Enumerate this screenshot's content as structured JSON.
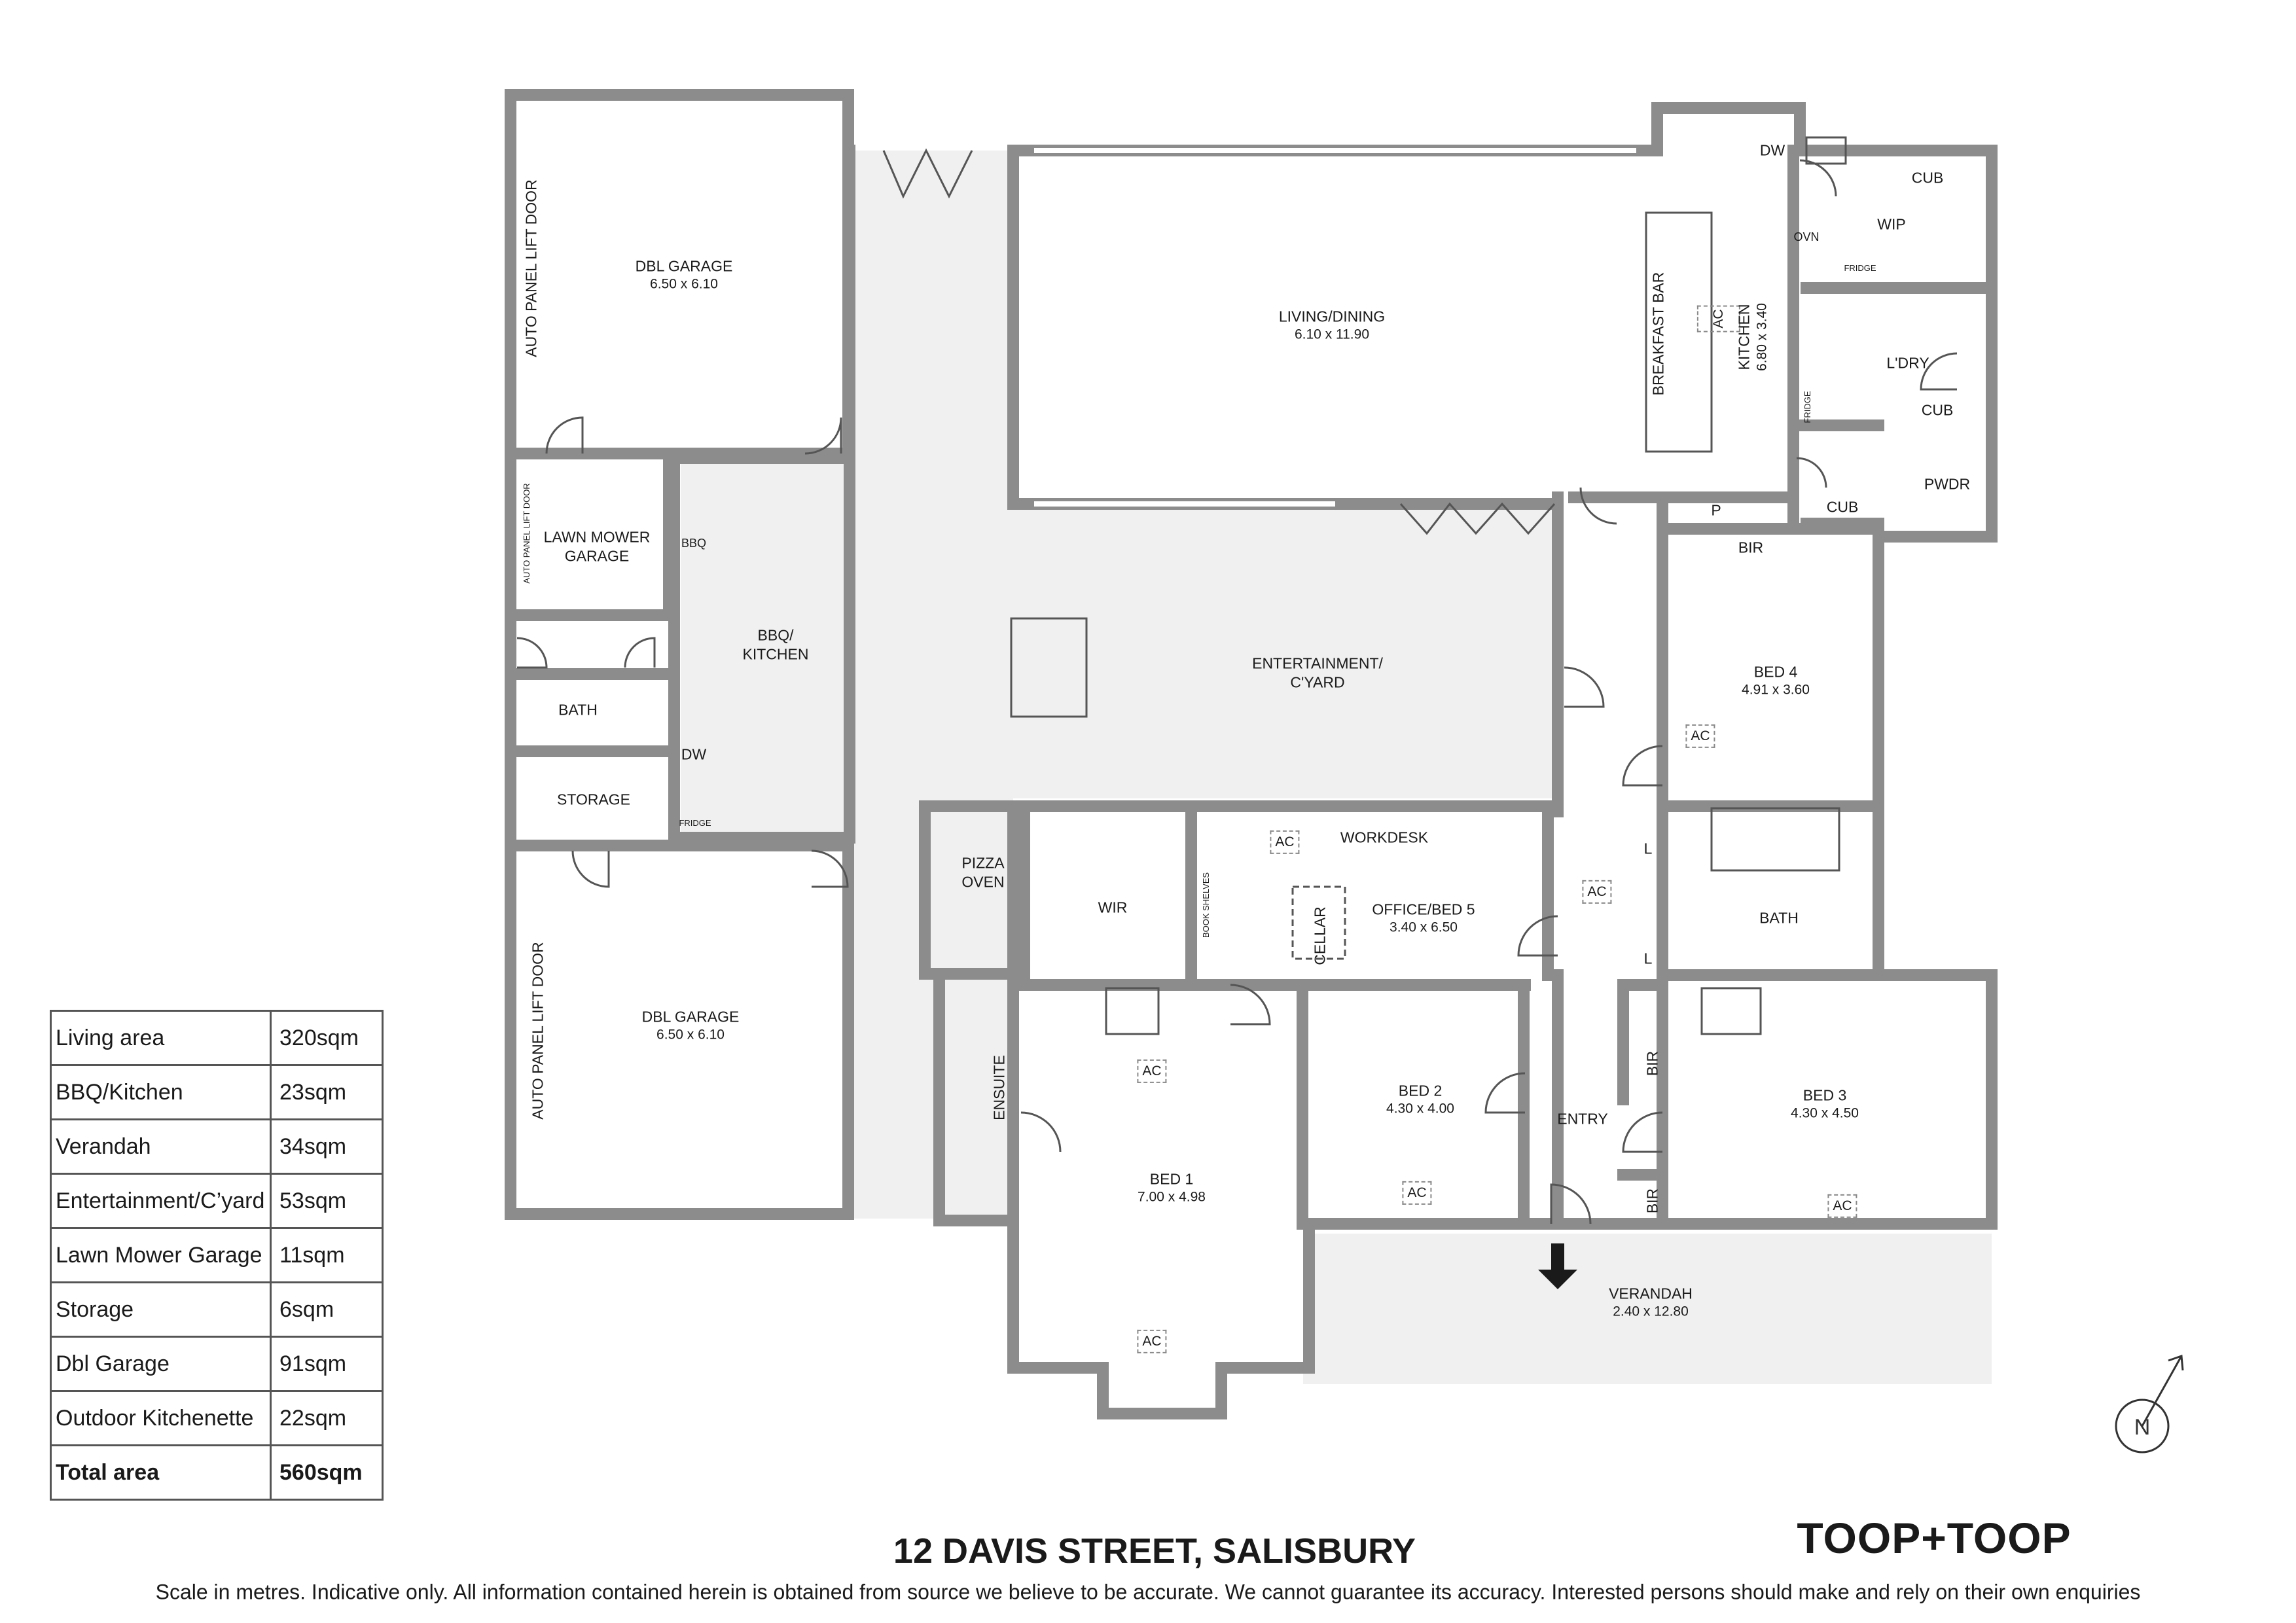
{
  "rooms": {
    "dbl_garage_top": {
      "name": "DBL GARAGE",
      "dims": "6.50 x 6.10"
    },
    "auto_door_top": "AUTO PANEL LIFT DOOR",
    "auto_door_lawn": "AUTO PANEL LIFT DOOR",
    "lawn_mower": "LAWN MOWER\nGARAGE",
    "bbq_unit": "BBQ",
    "bbq_kitchen": "BBQ/\nKITCHEN",
    "bath_left": "BATH",
    "dw_left": "DW",
    "fridge_left": "FRIDGE",
    "storage": "STORAGE",
    "dbl_garage_bottom": {
      "name": "DBL GARAGE",
      "dims": "6.50 x 6.10"
    },
    "auto_door_bottom": "AUTO PANEL LIFT DOOR",
    "living_dining": {
      "name": "LIVING/DINING",
      "dims": "6.10 x 11.90"
    },
    "breakfast_bar": "BREAKFAST BAR",
    "ac_kitchen": "AC",
    "kitchen": {
      "name": "KITCHEN",
      "dims": "6.80 x 3.40"
    },
    "dw_kitchen": "DW",
    "ovn": "OVN",
    "fridge_wip": "FRIDGE",
    "fridge_kitchen": "FRIDGE",
    "cub_wip": "CUB",
    "wip": "WIP",
    "ldry": "L'DRY",
    "cub_ldry": "CUB",
    "pwdr": "PWDR",
    "pantry": "P",
    "cub_hall": "CUB",
    "bir_bed4": "BIR",
    "bed4": {
      "name": "BED 4",
      "dims": "4.91 x 3.60"
    },
    "ac_bed4": "AC",
    "entertainment": {
      "name": "ENTERTAINMENT/\nC'YARD"
    },
    "pizza_oven": "PIZZA\nOVEN",
    "wir": "WIR",
    "book_shelves": "BOOK SHELVES",
    "ac_office": "AC",
    "workdesk": "WORKDESK",
    "office": {
      "name": "OFFICE/BED 5",
      "dims": "3.40 x 6.50"
    },
    "cellar": "CELLAR",
    "ac_hall": "AC",
    "l_top": "L",
    "l_bottom": "L",
    "bath_main": "BATH",
    "ensuite": "ENSUITE",
    "bed1": {
      "name": "BED 1",
      "dims": "7.00 x 4.98"
    },
    "ac_bed1_top": "AC",
    "ac_bed1_bottom": "AC",
    "bed2": {
      "name": "BED 2",
      "dims": "4.30 x 4.00"
    },
    "ac_bed2": "AC",
    "entry": "ENTRY",
    "bir_bed3_top": "BIR",
    "bir_bed3_bottom": "BIR",
    "bed3": {
      "name": "BED 3",
      "dims": "4.30 x 4.50"
    },
    "ac_bed3": "AC",
    "verandah": {
      "name": "VERANDAH",
      "dims": "2.40 x 12.80"
    }
  },
  "areas": [
    {
      "label": "Living area",
      "value": "320sqm"
    },
    {
      "label": "BBQ/Kitchen",
      "value": "23sqm"
    },
    {
      "label": "Verandah",
      "value": "34sqm"
    },
    {
      "label": "Entertainment/C’yard",
      "value": "53sqm"
    },
    {
      "label": "Lawn Mower Garage",
      "value": "11sqm"
    },
    {
      "label": "Storage",
      "value": "6sqm"
    },
    {
      "label": "Dbl Garage",
      "value": "91sqm"
    },
    {
      "label": "Outdoor Kitchenette",
      "value": "22sqm"
    }
  ],
  "total": {
    "label": "Total area",
    "value": "560sqm"
  },
  "address": "12 DAVIS STREET, SALISBURY",
  "brand": "TOOP+TOOP",
  "compass": "N",
  "disclaimer": "Scale in metres. Indicative only. All information contained herein is obtained from source we believe to be accurate. We cannot guarantee its accuracy. Interested persons should make and rely on their own enquiries",
  "colors": {
    "wall": "#8c8c8c",
    "shade": "#eff0ef",
    "text": "#1a1a1a"
  }
}
